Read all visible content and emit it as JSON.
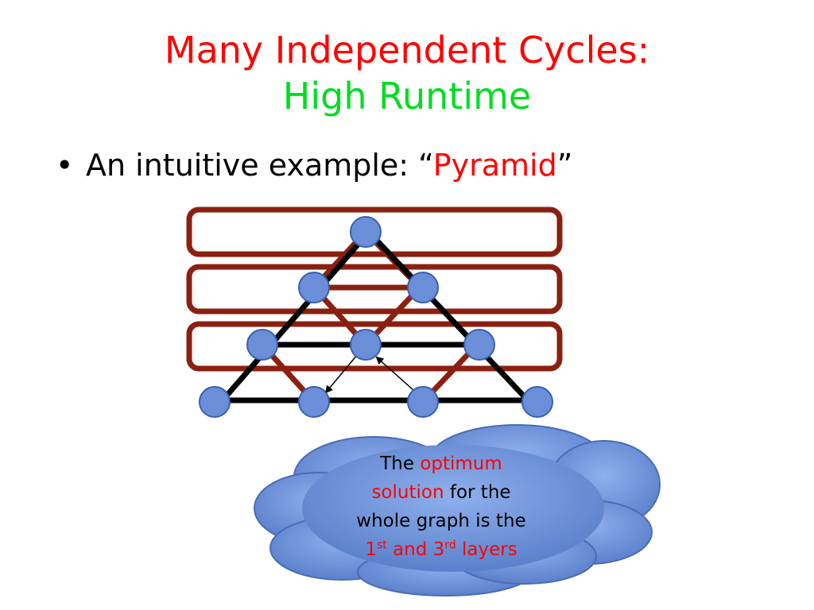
{
  "title": {
    "line1": "Many Independent Cycles:",
    "line2": "High Runtime"
  },
  "bullet": {
    "marker": "•",
    "prefix": "An intuitive example: “",
    "highlight": "Pyramid",
    "suffix": "”"
  },
  "cloud": {
    "w1": "The",
    "w2": "optimum",
    "w3": "solution",
    "w4": "for the",
    "w5": "whole graph is the",
    "n1": "1",
    "sup1": "st",
    "w6": "and 3",
    "sup2": "rd",
    "w7": "layers"
  },
  "colors": {
    "title_red": "#ff0000",
    "title_green": "#00dd22",
    "layer_box": "#8b2010",
    "node_fill": "#6a8fd8",
    "node_stroke": "#3a5fb0",
    "cloud_fill": "#6a8fd8"
  },
  "layers": [
    "layer-1",
    "layer-2",
    "layer-3"
  ]
}
